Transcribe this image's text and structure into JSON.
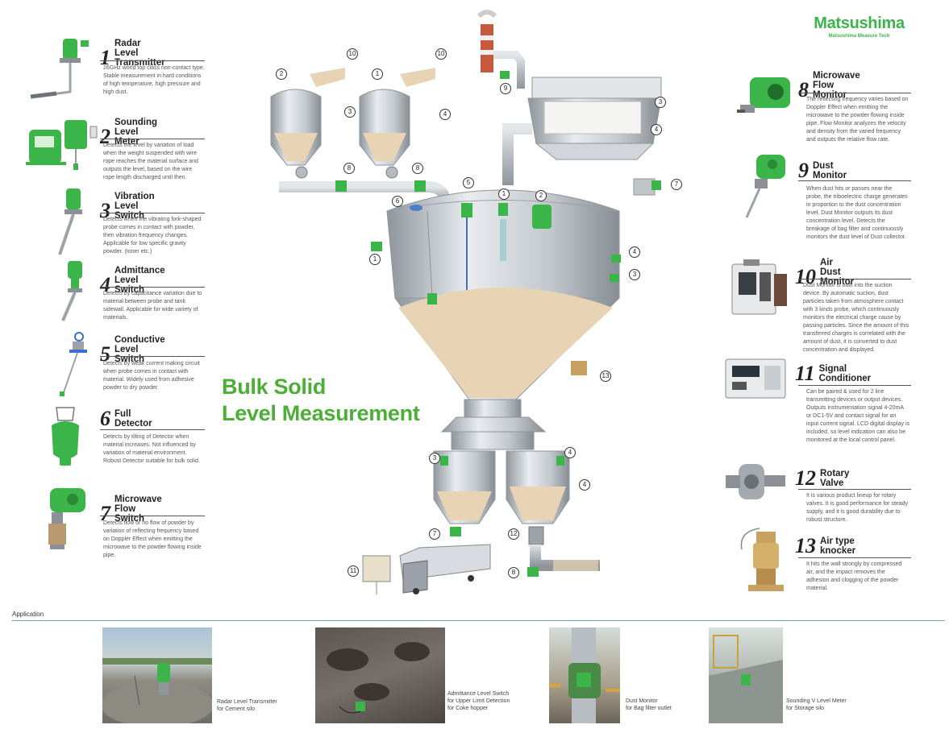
{
  "brand": {
    "name": "Matsushima",
    "tagline": "Matsushima Measure Tech"
  },
  "title": {
    "line1": "Bulk Solid",
    "line2": "Level Measurement"
  },
  "items": [
    {
      "num": "1",
      "title1": "Radar",
      "title2": "Level Transmitter",
      "desc": "26GHz world top class non-contact type. Stable measurement in hard conditions of high temperature, high pressure and high dust."
    },
    {
      "num": "2",
      "title1": "Sounding",
      "title2": "Level Meter",
      "desc": "Detects the level by variation of load when the weight suspended with wire rope reaches the material surface and outputs the level, based on the wire rope length discharged until then."
    },
    {
      "num": "3",
      "title1": "Vibration",
      "title2": "Level Switch",
      "desc": "Detects when the vibrating fork-shaped probe comes in contact with powder, then vibration frequency changes. Applicable for low specific gravity powder. (toner etc.)"
    },
    {
      "num": "4",
      "title1": "Admittance",
      "title2": "Level Switch",
      "desc": "Detects by capacitance variation due to material between probe and tank sidewall. Applicable for wide variety of materials."
    },
    {
      "num": "5",
      "title1": "Conductive",
      "title2": "Level Switch",
      "desc": "Detects by weak current making circuit when probe comes in contact with material. Widely used from adhesive powder to dry powder."
    },
    {
      "num": "6",
      "title1": "",
      "title2": "Full Detector",
      "desc": "Detects by tilting of Detector when material increases. Not influenced by variation of material environment. Robust Detector suitable for bulk solid."
    },
    {
      "num": "7",
      "title1": "Microwave",
      "title2": "Flow Switch",
      "desc": "Detects flow or no flow of powder by variation of reflecting frequency based on Doppler Effect when emitting the microwave to the powder flowing inside pipe."
    },
    {
      "num": "8",
      "title1": "Microwave",
      "title2": "Flow Monitor",
      "desc": "The reflecting frequency varies based on Doppler Effect when emitting the microwave to the powder flowing inside pipe. Flow Monitor analyzes the velocity and density from the varied frequency and outputs the relative flow rate."
    },
    {
      "num": "9",
      "title1": "",
      "title2": "Dust Monitor",
      "desc": "When dust hits or passes near the probe, the triboelectric charge generates in proportion to the dust concentration level. Dust Monitor outputs its dust concentration level. Detects the breakage of bag filter and continuously monitors the dust level of Dust collector."
    },
    {
      "num": "10",
      "title1": "",
      "title2": "Air Dust Monitor",
      "desc": "Dust Monitor is built into the suction device. By automatic suction, dust particles taken from atmosphere contact with 3 kinds probe, which continuously monitors the electrical charge cause by passing particles. Since the amount of this transferred charges is correlated with the amount of dust, it is converted to dust concentration and displayed."
    },
    {
      "num": "11",
      "title1": "",
      "title2": "Signal Conditioner",
      "desc": "Can be paired & used for 2 line transmitting devices or output devices. Outputs instrumentation signal 4-20mA or DC1-5V and contact signal for an input current signal. LCD digital display is included, so level indication can also be monitored at the local control panel."
    },
    {
      "num": "12",
      "title1": "",
      "title2": "Rotary Valve",
      "desc": "It is various product lineup for rotary valves. It is good performance for steady supply, and it is good durability due to robust structure."
    },
    {
      "num": "13",
      "title1": "",
      "title2": "Air type knocker",
      "desc": "It hits the wall strongly by compressed air, and the impact removes the adhesion and clogging of the powder material."
    }
  ],
  "badges": [
    "1",
    "2",
    "3",
    "4",
    "5",
    "6",
    "7",
    "8",
    "9",
    "10",
    "11",
    "12",
    "13"
  ],
  "application": {
    "label": "Application",
    "captions": [
      {
        "line1": "Radar Level Transmitter",
        "line2": "for Cement silo"
      },
      {
        "line1": "Admittance Level Switch",
        "line2": "for Upper Limit Detection",
        "line3": "for Coke hopper"
      },
      {
        "line1": "Dust Monitor",
        "line2": "for Bag filter outlet"
      },
      {
        "line1": "Sounding V Level Meter",
        "line2": "for Storage silo"
      }
    ]
  },
  "colors": {
    "accent": "#3bb54a",
    "title_green": "#4caf35",
    "steel": "#b9bfc5",
    "powder": "#e8d4b4"
  }
}
